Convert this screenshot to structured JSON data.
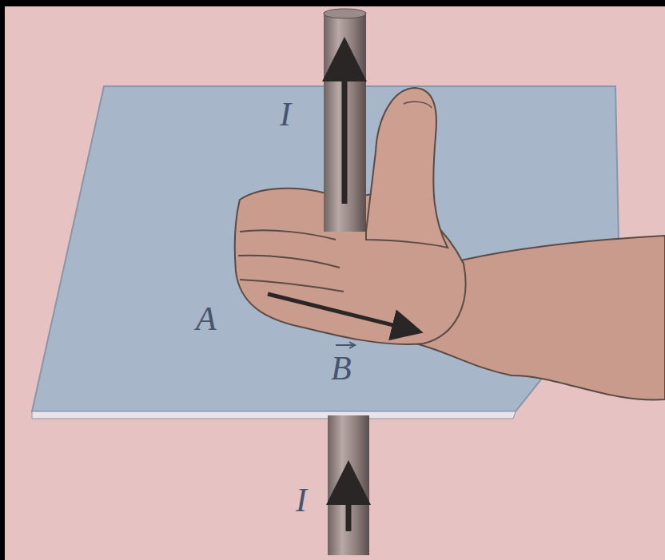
{
  "diagram": {
    "labels": [
      "I",
      "A",
      "B",
      "I"
    ]
  }
}
